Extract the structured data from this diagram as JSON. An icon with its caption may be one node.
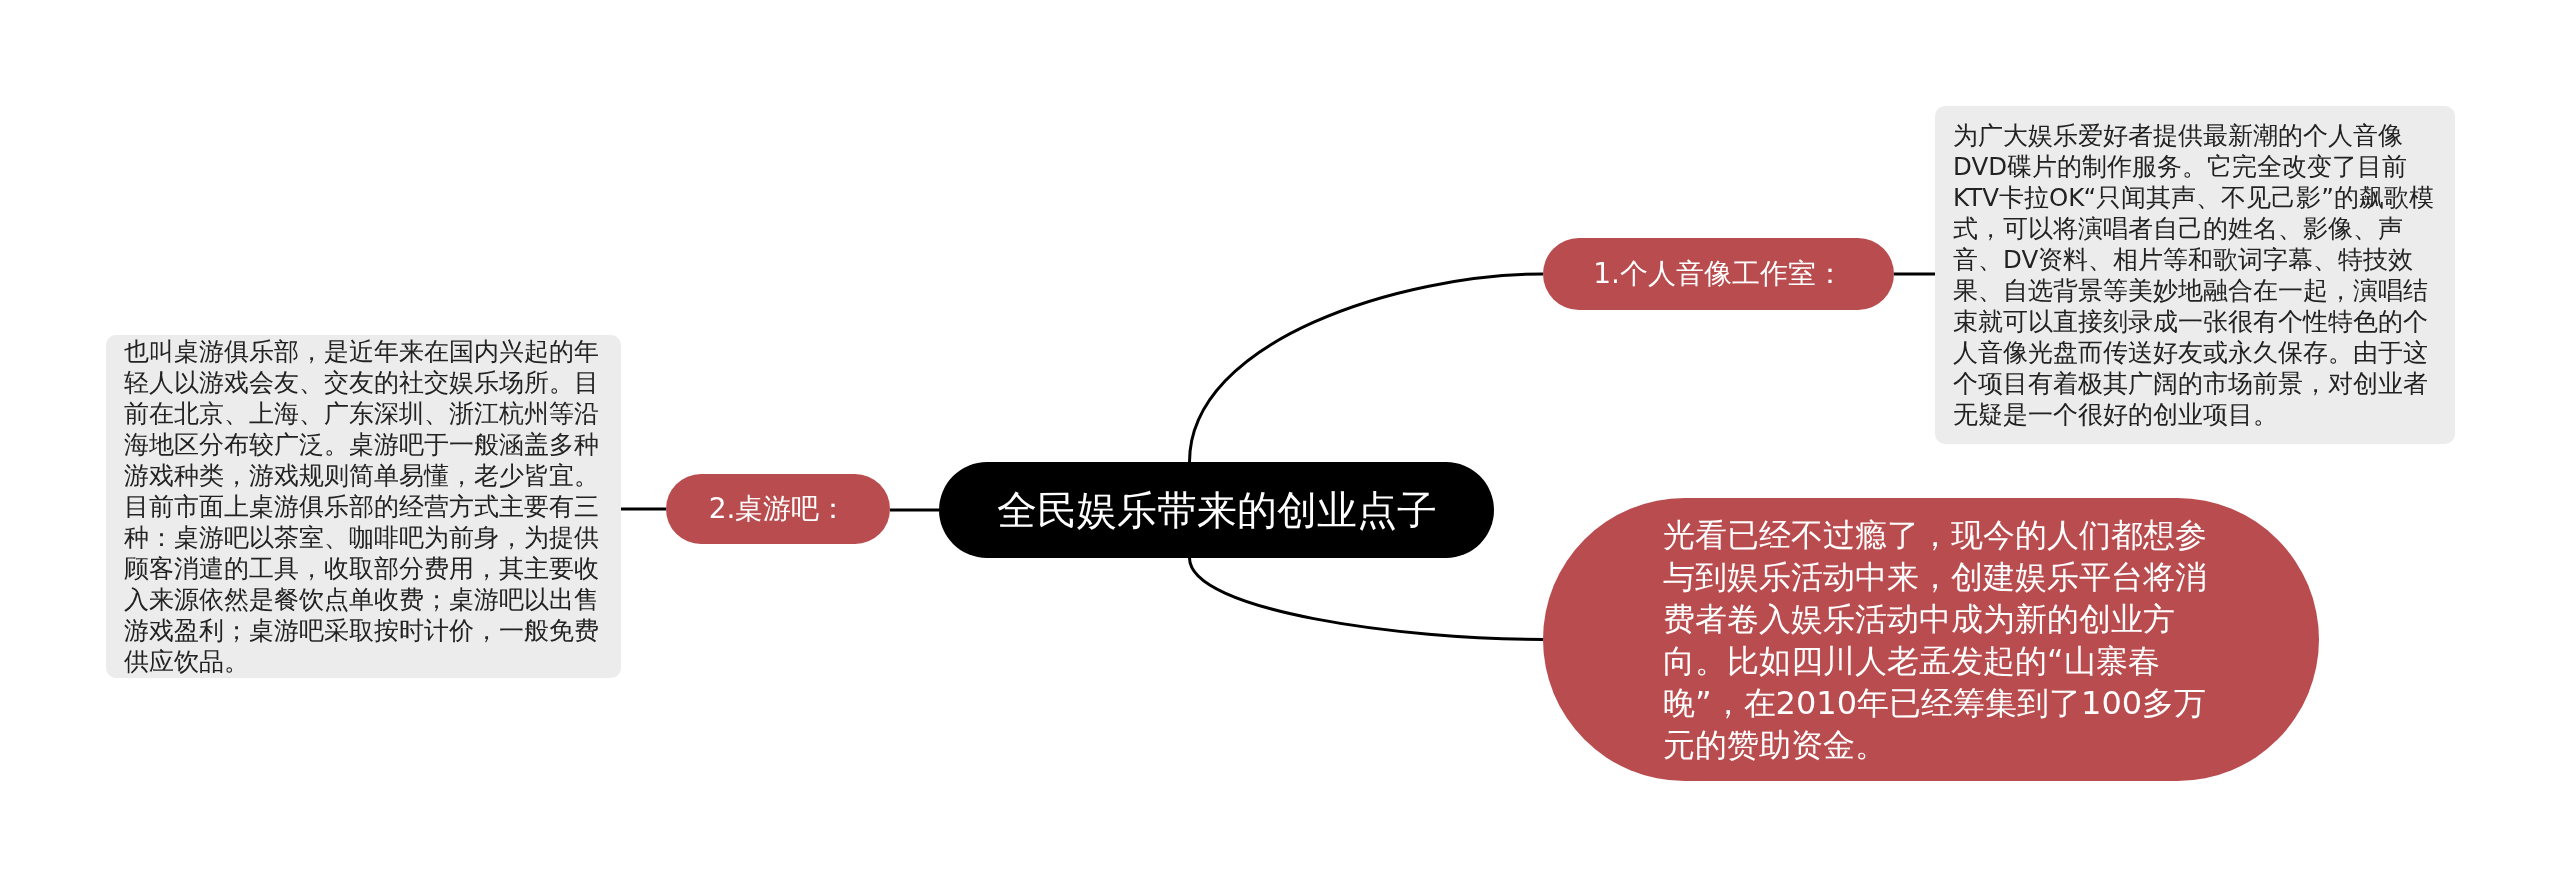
{
  "diagram": {
    "nodes": [
      {
        "text": [
          "全民娱乐带来的创业点子"
        ]
      },
      {
        "text": [
          "1.个人音像工作室："
        ]
      },
      {
        "text": [
          "为广大娱乐爱好者提供最新潮的个人音像DVD碟片的制作服务。它完全改变了目前KTV卡拉OK“只闻其声、不见己影”的飙歌模式，可以将演唱者自己的姓名、影像、声音、DV资料、相片等和歌词字幕、特技效果、自选背景等美妙地融合在一起，演唱结束就可以直接刻录成一张很有个性特色的个人音像光盘而传送好友或永久保存。由于这个项目有着极其广阔的市场前景，对创业者无疑是一个很好的创业项目。"
        ]
      },
      {
        "text": [
          "2.桌游吧："
        ]
      },
      {
        "text": [
          "也叫桌游俱乐部，是近年来在国内兴起的年轻人以游戏会友、交友的社交娱乐场所。目前在北京、上海、广东深圳、浙江杭州等沿海地区分布较广泛。桌游吧于一般涵盖多种游戏种类，游戏规则简单易懂，老少皆宜。目前市面上桌游俱乐部的经营方式主要有三种：桌游吧以茶室、咖啡吧为前身，为提供顾客消遣的工具，收取部分费用，其主要收入来源依然是餐饮点单收费；桌游吧以出售游戏盈利；桌游吧采取按时计价，一般免费供应饮品。"
        ]
      },
      {
        "text": [
          "光看已经不过瘾了，现今的人们都想参与到娱乐活动中来，创建娱乐平台将消费者卷入娱乐活动中成为新的创业方向。比如四川人老孟发起的“山寨春晚”，在2010年已经筹集到了100多万元的赞助资金。"
        ]
      }
    ],
    "edges": [
      {
        "from": 0,
        "to": 1,
        "arrow": "none"
      },
      {
        "from": 1,
        "to": 2,
        "arrow": "none"
      },
      {
        "from": 0,
        "to": 3,
        "arrow": "none"
      },
      {
        "from": 3,
        "to": 4,
        "arrow": "none"
      },
      {
        "from": 0,
        "to": 5,
        "arrow": "none"
      }
    ]
  }
}
